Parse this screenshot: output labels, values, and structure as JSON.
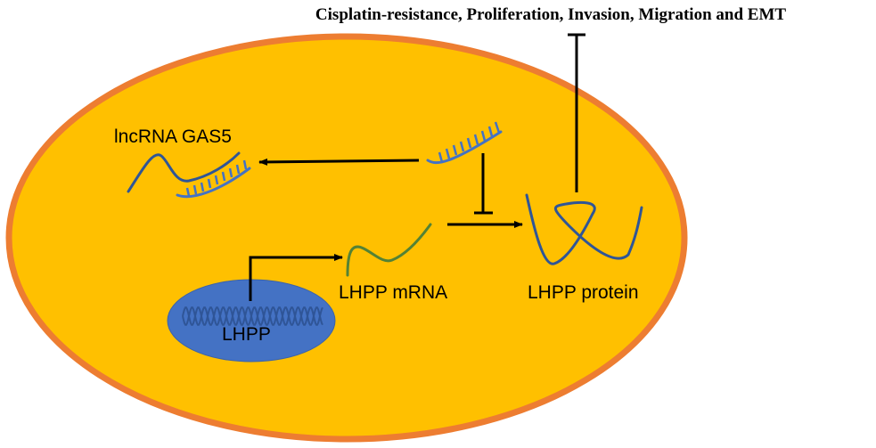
{
  "diagram": {
    "outcome_label": "Cisplatin-resistance, Proliferation, Invasion,  Migration and EMT",
    "labels": {
      "lncrna": "lncRNA GAS5",
      "mrna": "LHPP mRNA",
      "protein": "LHPP protein",
      "gene": "LHPP"
    },
    "colors": {
      "cell_fill": "#FFC000",
      "cell_border": "#ED7D31",
      "nucleus_fill": "#4472C4",
      "rna_strand": "#2F5597",
      "mirna_strand": "#4472C4",
      "mrna_strand": "#548235",
      "arrow": "#000000"
    },
    "relations": [
      {
        "from": "miRNA",
        "to": "lncRNA GAS5",
        "type": "binding"
      },
      {
        "from": "miRNA",
        "to": "LHPP translation",
        "type": "inhibition"
      },
      {
        "from": "LHPP",
        "to": "LHPP mRNA",
        "type": "transcription"
      },
      {
        "from": "LHPP mRNA",
        "to": "LHPP protein",
        "type": "translation"
      },
      {
        "from": "LHPP protein",
        "to": "Cisplatin-resistance, Proliferation, Invasion, Migration and EMT",
        "type": "inhibition"
      }
    ]
  }
}
